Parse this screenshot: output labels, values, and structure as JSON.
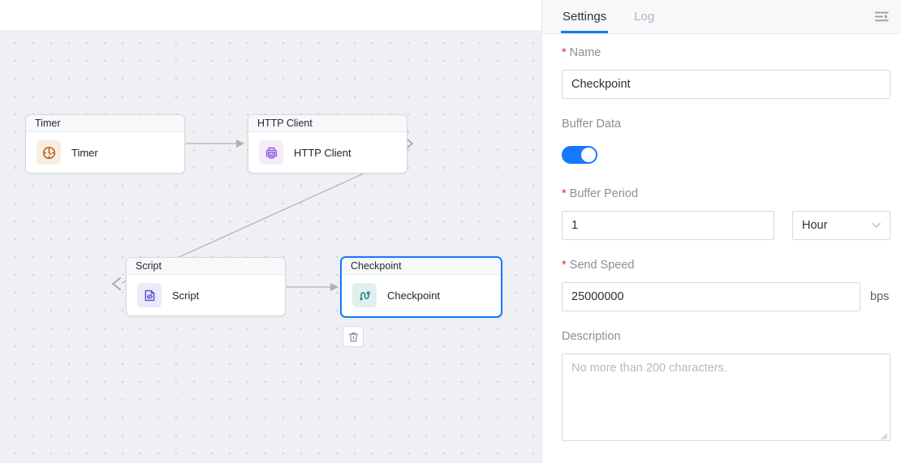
{
  "canvas": {
    "nodes": [
      {
        "title": "Timer",
        "label": "Timer",
        "icon": "clock-icon"
      },
      {
        "title": "HTTP Client",
        "label": "HTTP Client",
        "icon": "http-printer-icon"
      },
      {
        "title": "Script",
        "label": "Script",
        "icon": "code-file-icon"
      },
      {
        "title": "Checkpoint",
        "label": "Checkpoint",
        "icon": "route-icon",
        "selected": true
      }
    ],
    "delete_button_icon": "trash-icon"
  },
  "panel": {
    "tabs": {
      "settings": "Settings",
      "log": "Log",
      "active": "Settings"
    },
    "collapse_icon": "menu-unfold-icon",
    "required_marker": "*",
    "fields": {
      "name": {
        "label": "Name",
        "required": true,
        "value": "Checkpoint"
      },
      "buffer_data": {
        "label": "Buffer Data",
        "state": "on"
      },
      "buffer_period": {
        "label": "Buffer Period",
        "required": true,
        "value": "1",
        "unit": "Hour"
      },
      "send_speed": {
        "label": "Send Speed",
        "required": true,
        "value": "25000000",
        "unit": "bps"
      },
      "description": {
        "label": "Description",
        "placeholder": "No more than 200 characters."
      }
    }
  },
  "colors": {
    "accent": "#1677ff",
    "required": "#f5222d",
    "toggle_on": "#1677ff",
    "selected_node_border": "#1677ff",
    "timer_icon": "#bd5f1b",
    "http_icon": "#9254de",
    "script_icon": "#574fd0",
    "checkpoint_icon": "#12827c"
  }
}
